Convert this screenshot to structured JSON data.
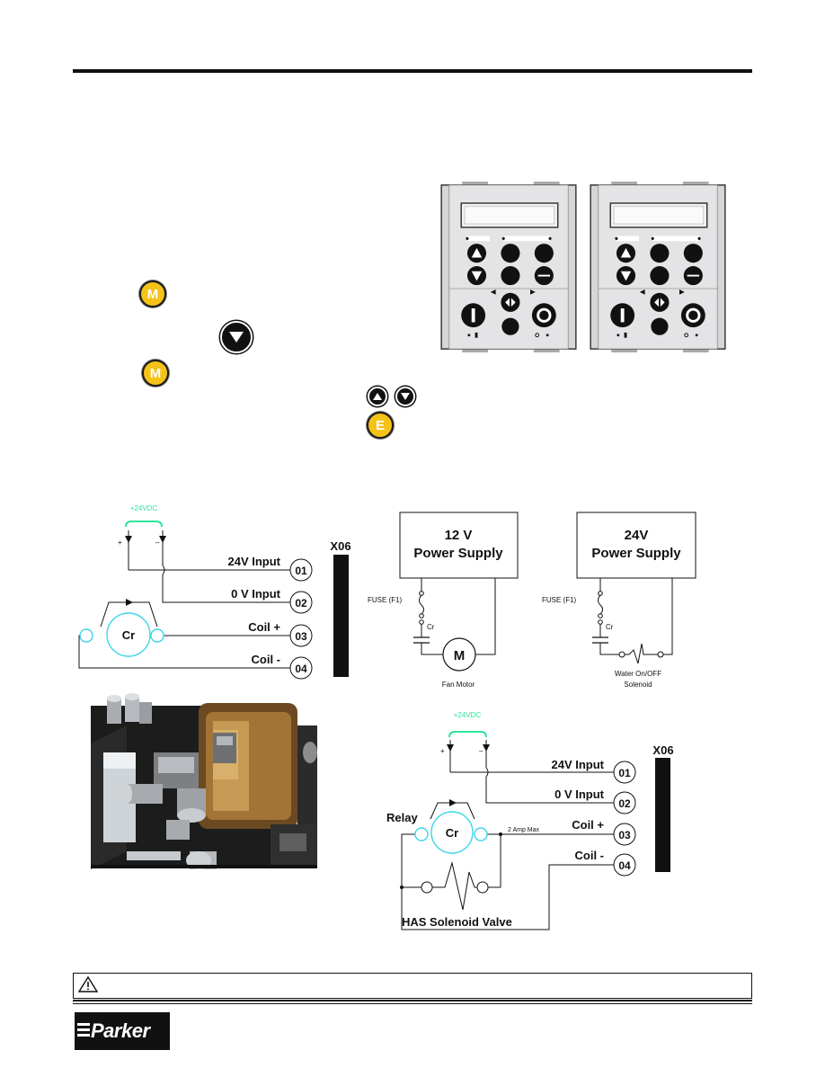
{
  "diagram_left": {
    "supply": "+24VDC",
    "plus": "+",
    "minus": "–",
    "terminal_block": "X06",
    "rows": [
      {
        "label": "24V Input",
        "terminal": "01"
      },
      {
        "label": "0 V Input",
        "terminal": "02"
      },
      {
        "label": "Coil +",
        "terminal": "03"
      },
      {
        "label": "Coil -",
        "terminal": "04"
      }
    ],
    "relay": "Cr"
  },
  "ps12": {
    "title1": "12 V",
    "title2": "Power Supply",
    "fuse": "FUSE (F1)",
    "cr": "Cr",
    "motor": "M",
    "load": "Fan Motor"
  },
  "ps24": {
    "title1": "24V",
    "title2": "Power Supply",
    "fuse": "FUSE (F1)",
    "cr": "Cr",
    "load1": "Water On/OFF",
    "load2": "Solenoid"
  },
  "diagram_right": {
    "supply": "+24VDC",
    "plus": "+",
    "minus": "–",
    "terminal_block": "X06",
    "rows": [
      {
        "label": "24V Input",
        "terminal": "01"
      },
      {
        "label": "0 V Input",
        "terminal": "02"
      },
      {
        "label": "Coil +",
        "terminal": "03"
      },
      {
        "label": "Coil -",
        "terminal": "04"
      }
    ],
    "relay_label": "Relay",
    "relay": "Cr",
    "amp_note": "2 Amp Max",
    "valve": "HAS Solenoid Valve"
  },
  "keys": {
    "menu": "M",
    "enter": "E"
  },
  "brand": "Parker",
  "colors": {
    "key_yellow": "#f5c218",
    "supply_green": "#2ee59d",
    "relay_cyan": "#3dd6e8"
  }
}
